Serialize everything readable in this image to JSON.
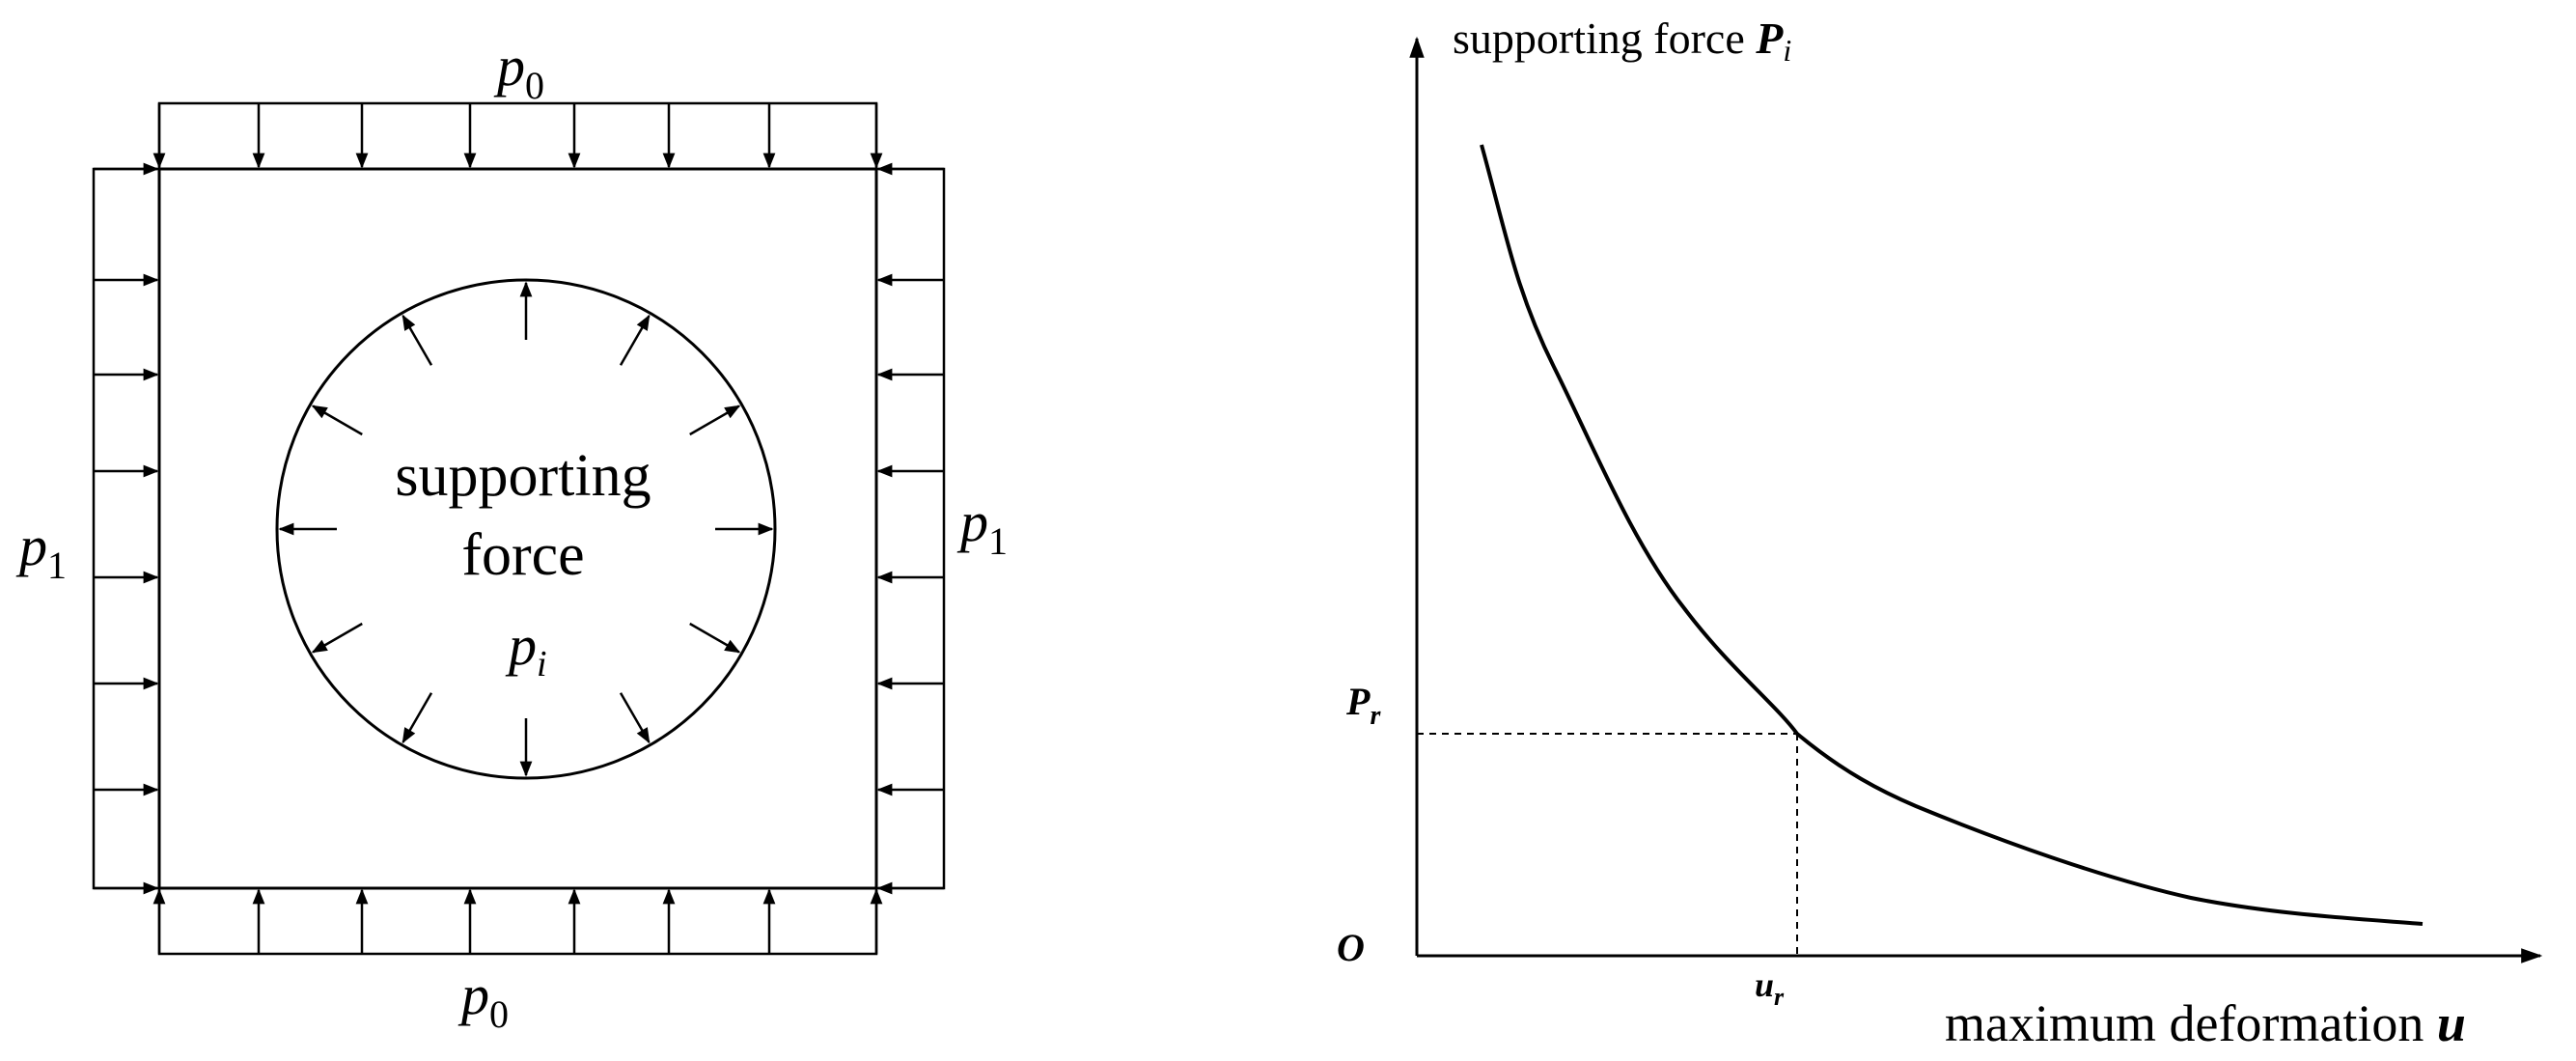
{
  "left_diagram": {
    "top_load": {
      "symbol": "p",
      "sub": "0"
    },
    "bottom_load": {
      "symbol": "p",
      "sub": "0"
    },
    "left_load": {
      "symbol": "p",
      "sub": "1"
    },
    "right_load": {
      "symbol": "p",
      "sub": "1"
    },
    "center_text_line1": "supporting",
    "center_text_line2": "force",
    "inner_load": {
      "symbol": "p",
      "sub": "i"
    }
  },
  "right_diagram": {
    "y_axis_label": "supporting force ",
    "y_axis_symbol": {
      "symbol": "P",
      "sub": "i"
    },
    "x_axis_label": "maximum deformation ",
    "x_axis_symbol": "u",
    "origin_label": "O",
    "pr_label": {
      "symbol": "P",
      "sub": "r"
    },
    "ur_label": {
      "symbol": "u",
      "sub": "r"
    }
  }
}
